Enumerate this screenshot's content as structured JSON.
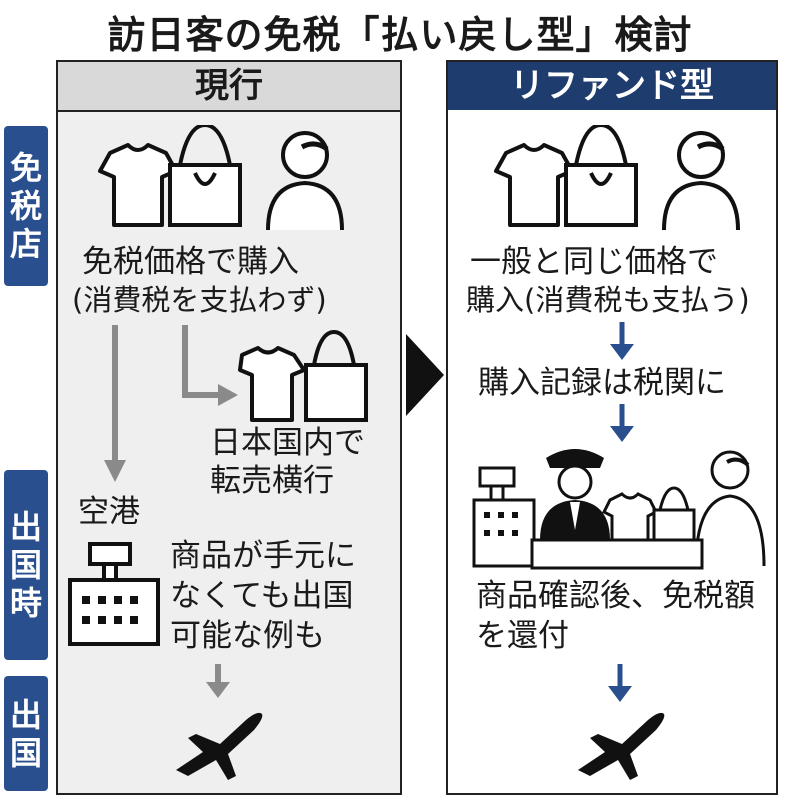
{
  "title": "訪日客の免税「払い戻し型」検討",
  "left": {
    "header": "現行",
    "purchase": [
      "免税価格で購入",
      "(消費税を支払わず)"
    ],
    "resale": [
      "日本国内で",
      "転売横行"
    ],
    "airport": "空港",
    "departure_note": [
      "商品が手元に",
      "なくても出国",
      "可能な例も"
    ]
  },
  "right": {
    "header": "リファンド型",
    "purchase": [
      "一般と同じ価格で",
      "購入(消費税も支払う)"
    ],
    "record": "購入記録は税関に",
    "refund": [
      "商品確認後、免税額",
      "を還付"
    ]
  },
  "side_labels": {
    "store": [
      "免",
      "税",
      "店"
    ],
    "departure_time": [
      "出",
      "国",
      "時"
    ],
    "departure": [
      "出",
      "国"
    ]
  },
  "colors": {
    "navy": "#1f3c6e",
    "side_blue": "#2a4f8f",
    "gray_panel": "#efefef",
    "gray_arrow": "#8a8a8a"
  },
  "icons": [
    "tshirt-icon",
    "bag-icon",
    "person-icon",
    "airport-tower-icon",
    "airplane-icon",
    "customs-officer-icon"
  ]
}
